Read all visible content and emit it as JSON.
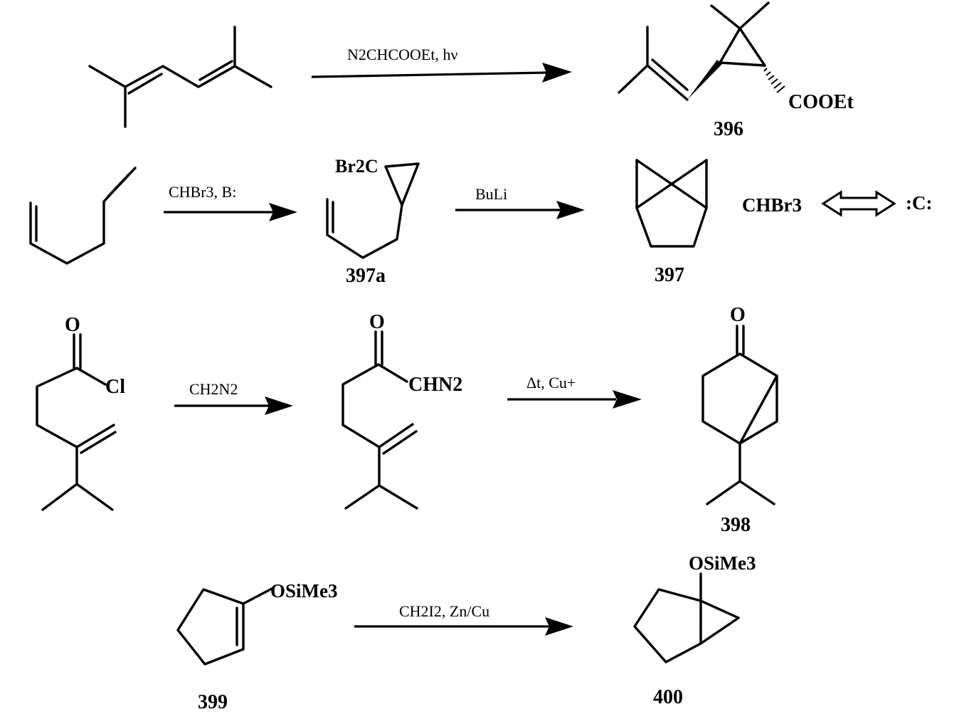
{
  "reactions": [
    {
      "reagent": "N2CHCOOEt, hν",
      "product_label": "396",
      "product_group": "COOEt"
    },
    {
      "reagent_1": "CHBr3, B:",
      "intermediate_label": "397a",
      "intermediate_group": "Br2C",
      "reagent_2": "BuLi",
      "product_label": "397",
      "equivalence_left": "CHBr3",
      "equivalence_right": ":C:"
    },
    {
      "reactant_groups": [
        "O",
        "Cl"
      ],
      "reagent_1": "CH2N2",
      "intermediate_groups": [
        "O",
        "CHN2"
      ],
      "reagent_2": "Δt, Cu+",
      "product_group": "O",
      "product_label": "398"
    },
    {
      "reactant_group": "OSiMe3",
      "reactant_label": "399",
      "reagent": "CH2I2, Zn/Cu",
      "product_group": "OSiMe3",
      "product_label": "400"
    }
  ]
}
